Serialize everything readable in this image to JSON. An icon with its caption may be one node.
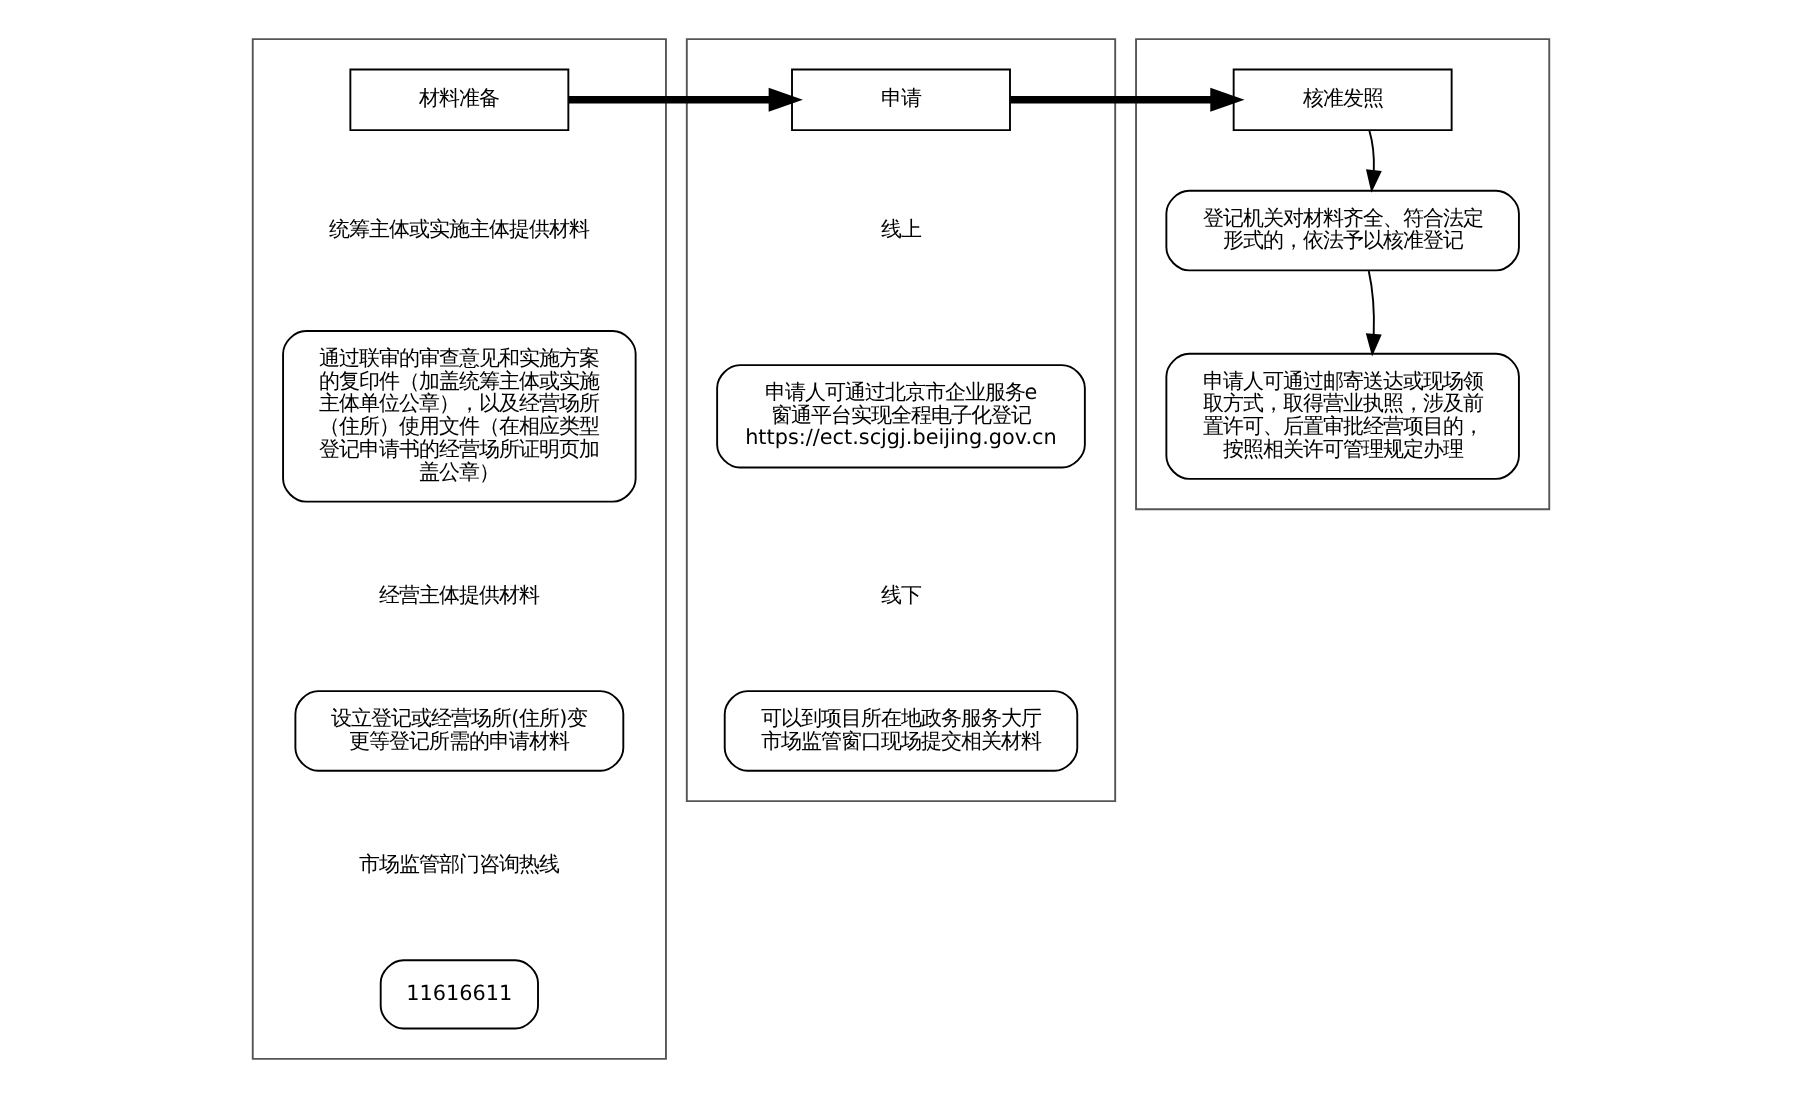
{
  "diagram": {
    "nodes": [
      {
        "text": [],
        "shape": "box"
      },
      {
        "text": [
          "材料准备"
        ],
        "in": 0
      },
      {
        "text": [
          "通过联审的审查意见和实施方案的复印件（加盖统筹主体或实施主体单位公章），以及经营场所（住所）使用文件（在相应类型登记申请书的经营场所证明页加盖公章）"
        ],
        "in": 0
      },
      {
        "text": [
          "设立登记或经营场所(住所)变更等登记所需的申请材料"
        ],
        "in": 0
      },
      {
        "text": [
          "11616611"
        ],
        "in": 0
      },
      {
        "text": [],
        "shape": "box"
      },
      {
        "text": [
          "申请"
        ],
        "in": 5
      },
      {
        "text": [
          "申请人可通过北京市企业服务e窗通平台实现全程电子化登记 https://ect.scjgj.beijing.gov.cn"
        ],
        "in": 5
      },
      {
        "text": [
          "可以到项目所在地政务服务大厅市场监管窗口现场提交相关材料"
        ],
        "in": 5
      },
      {
        "text": [],
        "shape": "box"
      },
      {
        "text": [
          "核准发照"
        ],
        "in": 9
      },
      {
        "text": [
          "登记机关对材料齐全、符合法定形式的，依法予以核准登记"
        ],
        "in": 9
      },
      {
        "text": [
          "申请人可通过邮寄送达或现场领取方式，取得营业执照，涉及前置许可、后置审批经营项目的，按照相关许可管理规定办理"
        ],
        "in": 9
      }
    ],
    "edges": [
      {
        "from": 1,
        "to": 6,
        "arrow": "to",
        "style": "thick"
      },
      {
        "from": 6,
        "to": 10,
        "arrow": "to",
        "style": "thick"
      },
      {
        "from": 10,
        "to": 11,
        "arrow": "to"
      },
      {
        "from": 11,
        "to": 12,
        "arrow": "to"
      }
    ],
    "labels": [
      "统筹主体或实施主体提供材料",
      "经营主体提供材料",
      "市场监管部门咨询热线",
      "线上",
      "线下"
    ]
  }
}
